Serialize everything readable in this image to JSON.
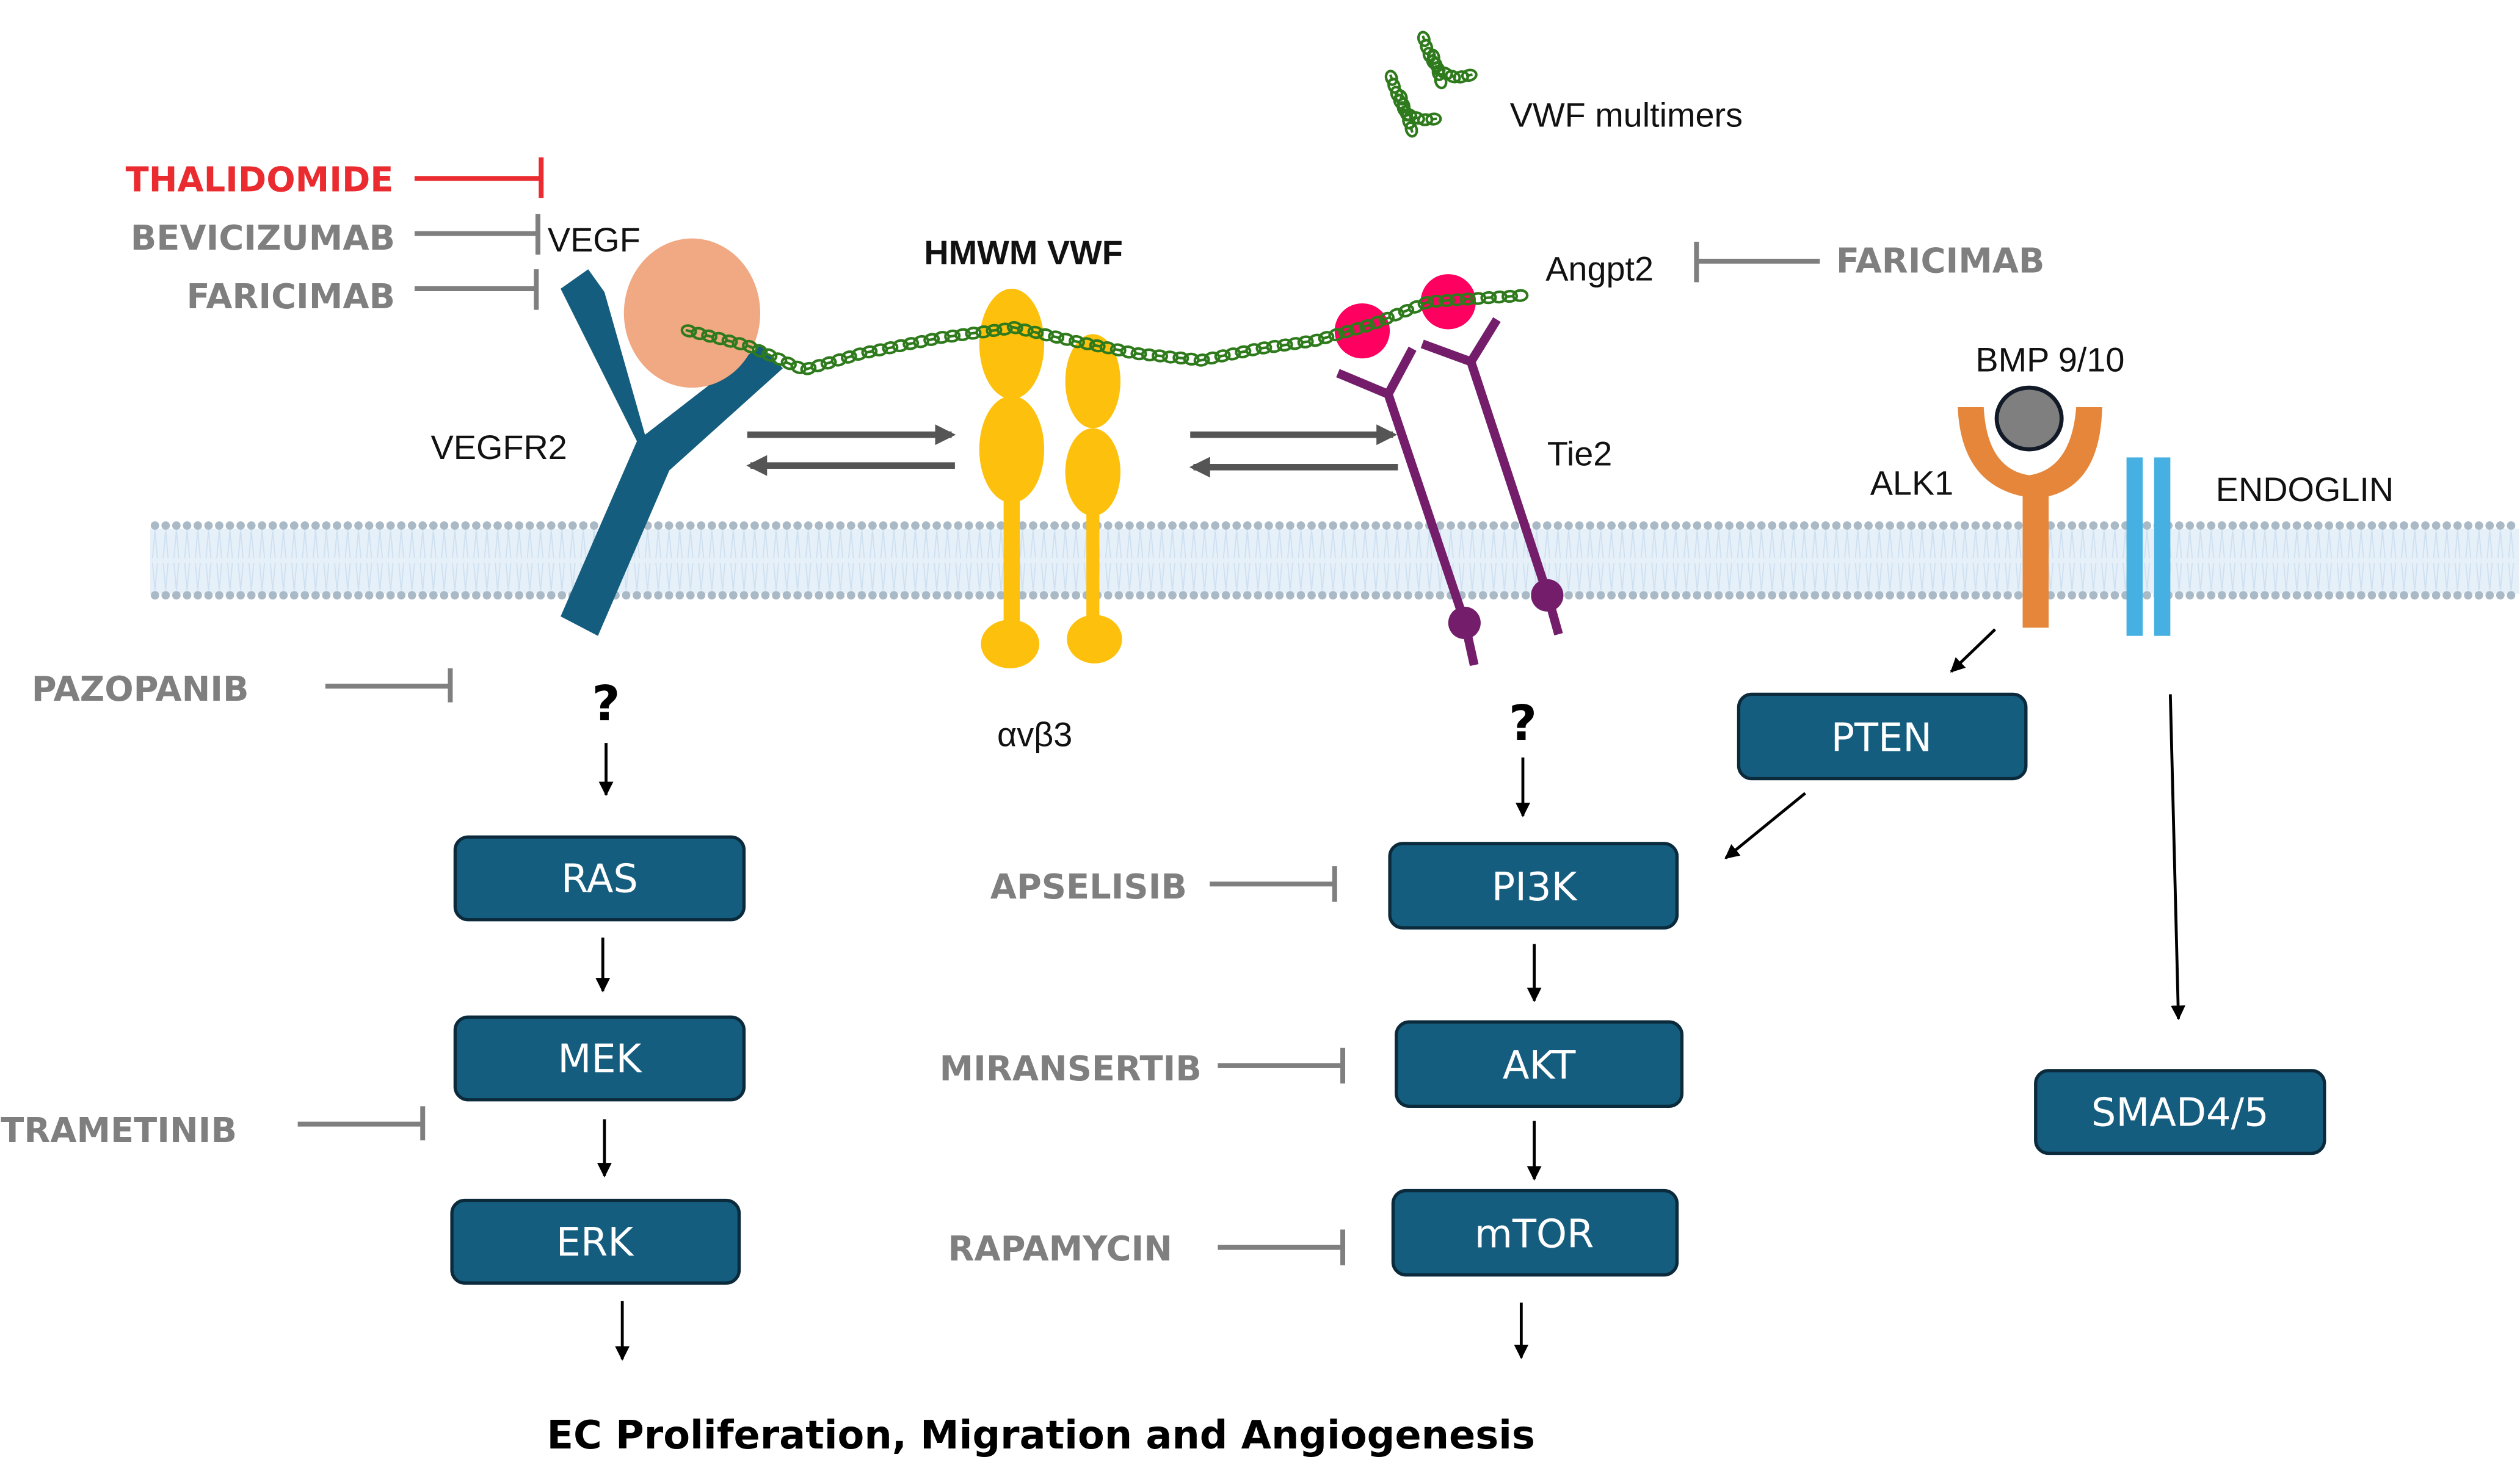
{
  "title": "EC Proliferation, Migration and Angiogenesis",
  "colors": {
    "node_box": "#155d7e",
    "inhibitor_gray": "#7f7f7f",
    "inhibitor_red": "#ea2b2f",
    "vegfr2": "#155d7e",
    "vegf": "#f0a982",
    "integrin": "#fdc10d",
    "tie2": "#741d6b",
    "angpt2": "#fe0060",
    "vwf_chain": "#2e7a1c",
    "alk1": "#e5863a",
    "bmp": "#7f7f7f",
    "endoglin": "#45b0e1",
    "membrane_head": "#a9b9c6",
    "membrane_tail": "#e3eef8"
  },
  "labels": {
    "vwf_multimers": "VWF multimers",
    "hmwm_vwf": "HMWM VWF",
    "vegf": "VEGF",
    "vegfr2": "VEGFR2",
    "integrin": "αvβ3",
    "angpt2": "Angpt2",
    "tie2": "Tie2",
    "bmp": "BMP 9/10",
    "alk1": "ALK1",
    "endoglin": "ENDOGLIN",
    "unknown_1": "?",
    "unknown_2": "?"
  },
  "drugs": {
    "thalidomide": "THALIDOMIDE",
    "bevicizumab": "BEVICIZUMAB",
    "faricimab_vegf": "FARICIMAB",
    "faricimab_angpt2": "FARICIMAB",
    "pazopanib": "PAZOPANIB",
    "trametinib": "TRAMETINIB",
    "apselisib": "APSELISIB",
    "miransertib": "MIRANSERTIB",
    "rapamycin": "RAPAMYCIN"
  },
  "nodes": {
    "ras": "RAS",
    "mek": "MEK",
    "erk": "ERK",
    "pi3k": "PI3K",
    "akt": "AKT",
    "mtor": "mTOR",
    "pten": "PTEN",
    "smad": "SMAD4/5"
  }
}
